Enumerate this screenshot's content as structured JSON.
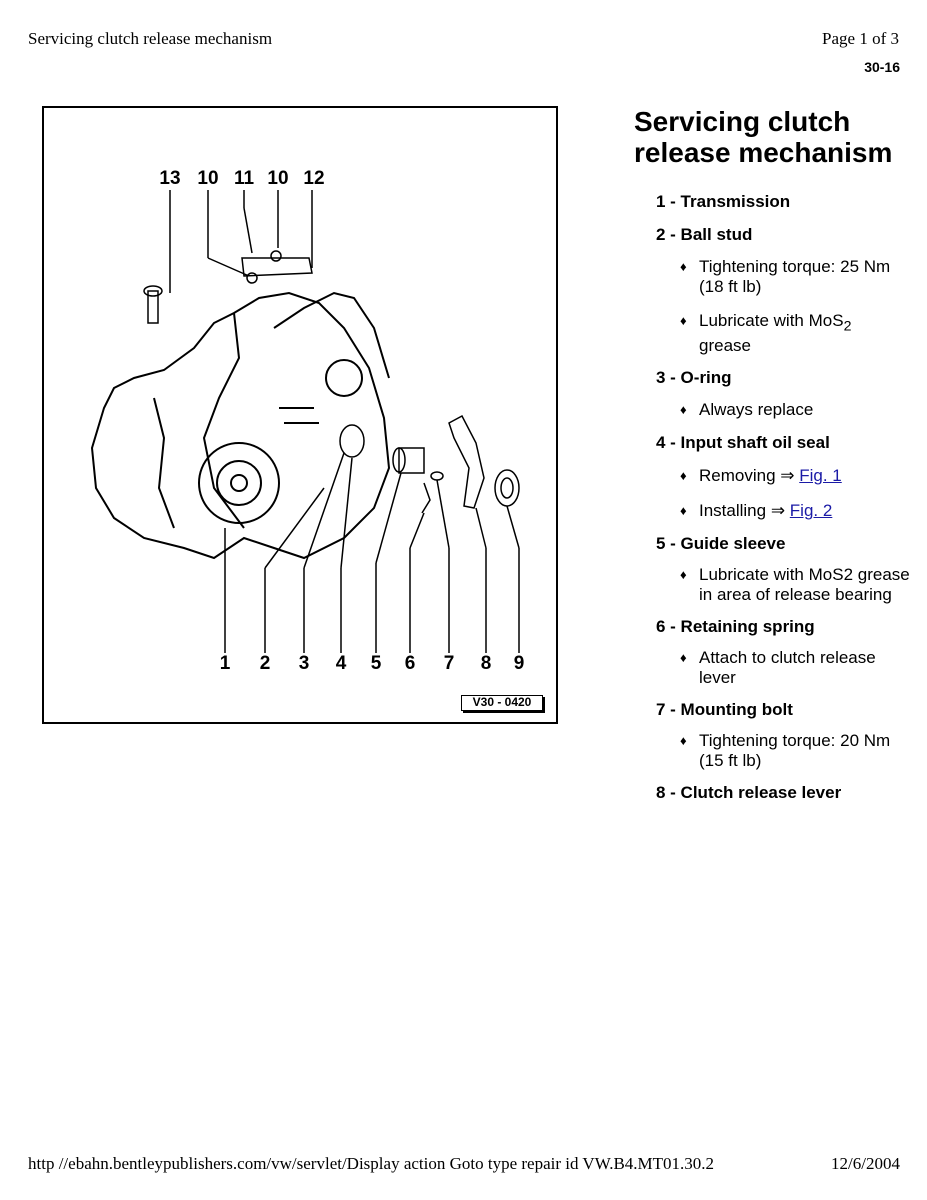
{
  "header": {
    "left": "Servicing clutch release mechanism",
    "right": "Page 1 of 3",
    "code": "30-16"
  },
  "figure": {
    "callouts_top": [
      "13",
      "10",
      "11",
      "10",
      "12"
    ],
    "callouts_bottom": [
      "1",
      "2",
      "3",
      "4",
      "5",
      "6",
      "7",
      "8",
      "9"
    ],
    "code": "V30 - 0420"
  },
  "title": "Servicing clutch release mechanism",
  "items": [
    {
      "label": "1 - Transmission"
    },
    {
      "label": "2 - Ball stud"
    },
    {
      "text": "Tightening torque: 25 Nm (18 ft lb)"
    },
    {
      "text_prefix": "Lubricate with MoS",
      "text_sub": "2",
      "text_suffix": "grease"
    },
    {
      "label": "3 - O-ring"
    },
    {
      "text": "Always replace"
    },
    {
      "label": "4 - Input shaft oil seal"
    },
    {
      "text_prefix": "Removing ⇒ ",
      "link": "Fig. 1"
    },
    {
      "text_prefix": "Installing ⇒ ",
      "link": "Fig. 2"
    },
    {
      "label": "5 - Guide sleeve"
    },
    {
      "text": "Lubricate with MoS2 grease in area of release bearing"
    },
    {
      "label": "6 - Retaining spring"
    },
    {
      "text": "Attach to clutch release lever"
    },
    {
      "label": "7 - Mounting bolt"
    },
    {
      "text": "Tightening torque: 20 Nm (15 ft lb)"
    },
    {
      "label": "8 - Clutch release lever"
    }
  ],
  "bullet_glyph": "♦",
  "footer": {
    "url": "http //ebahn.bentleypublishers.com/vw/servlet/Display action Goto type repair id VW.B4.MT01.30.2",
    "date": "12/6/2004"
  }
}
